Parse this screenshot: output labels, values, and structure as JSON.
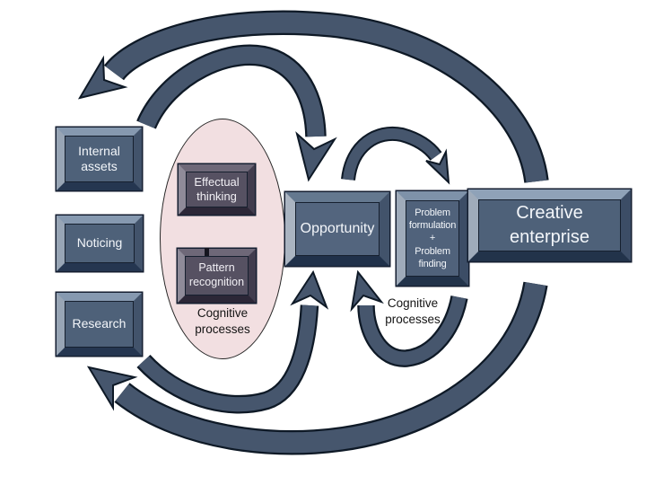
{
  "diagram": {
    "background": "#ffffff",
    "colors": {
      "box_fill": "#4e6179",
      "box_text": "#f3f6fa",
      "purple_box_fill": "#565162",
      "ellipse_fill": "#f2dfe1",
      "arrow_fill": "#46566d",
      "outline": "#0e1926",
      "label_text": "#141414"
    },
    "nodes": {
      "internal_assets": {
        "label": "Internal assets"
      },
      "noticing": {
        "label": "Noticing"
      },
      "research": {
        "label": "Research"
      },
      "effectual_thinking": {
        "label": "Effectual thinking"
      },
      "pattern_recognition": {
        "label": "Pattern recognition"
      },
      "cognitive_left": {
        "label": "Cognitive processes"
      },
      "opportunity": {
        "label": "Opportunity"
      },
      "problem": {
        "lines": [
          "Problem formulation",
          "+",
          "Problem finding"
        ]
      },
      "creative_enterprise": {
        "label": "Creative enterprise"
      },
      "cognitive_right": {
        "label": "Cognitive processes"
      }
    },
    "arrows": [
      {
        "name": "creative-to-upper-left-feedback",
        "from": "Creative enterprise",
        "to": "Internal assets area"
      },
      {
        "name": "assets-to-opportunity",
        "from": "Internal assets / cognitive processes",
        "to": "Opportunity"
      },
      {
        "name": "opportunity-to-problem",
        "from": "Opportunity",
        "to": "Problem formulation + Problem finding"
      },
      {
        "name": "problem-to-opportunity-loop",
        "from": "Problem finding",
        "to": "Opportunity"
      },
      {
        "name": "research-to-opportunity",
        "from": "Research area",
        "to": "Opportunity"
      },
      {
        "name": "creative-to-lower-left-feedback",
        "from": "Creative enterprise",
        "to": "Research area"
      }
    ]
  }
}
